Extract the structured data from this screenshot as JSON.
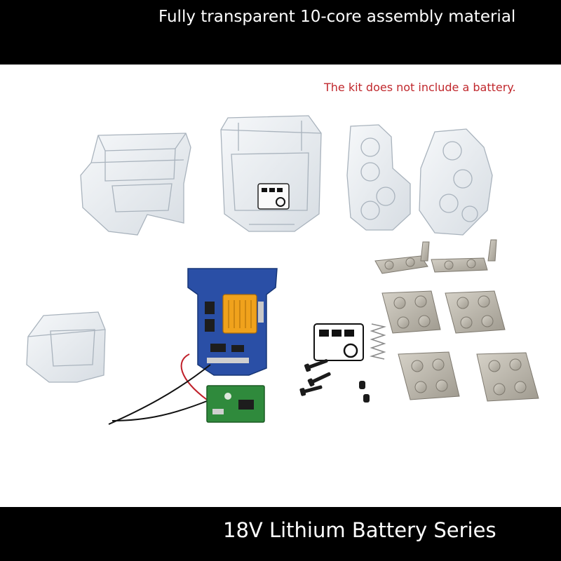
{
  "header": {
    "title": "Fully transparent 10-core assembly material"
  },
  "note": "The kit does not include a battery.",
  "footer": {
    "title": "18V Lithium Battery Series"
  },
  "colors": {
    "banner": "#000000",
    "note": "#c0282d",
    "pcb": "#2a4fa6",
    "terminal": "#f0a21c",
    "nickel": "#b8b3a8"
  }
}
